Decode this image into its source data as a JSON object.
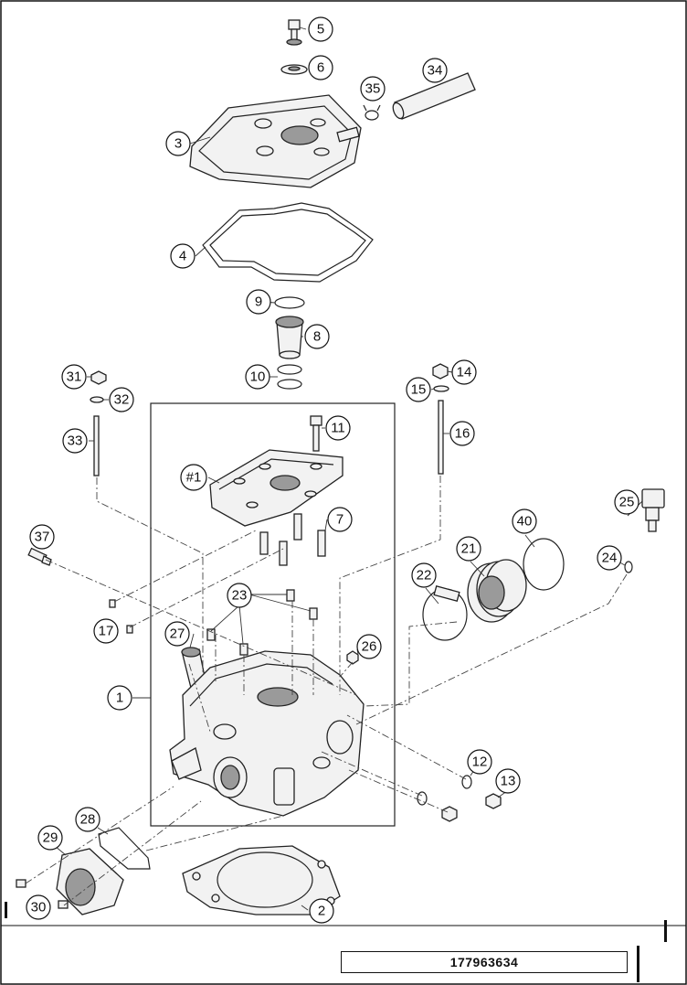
{
  "diagram": {
    "document_number": "177963634",
    "callouts": [
      {
        "id": "c1",
        "label": "1"
      },
      {
        "id": "c2",
        "label": "2"
      },
      {
        "id": "c3",
        "label": "3"
      },
      {
        "id": "c4",
        "label": "4"
      },
      {
        "id": "c5",
        "label": "5"
      },
      {
        "id": "c6",
        "label": "6"
      },
      {
        "id": "c7",
        "label": "7"
      },
      {
        "id": "c8",
        "label": "8"
      },
      {
        "id": "c9",
        "label": "9"
      },
      {
        "id": "c10",
        "label": "10"
      },
      {
        "id": "c11",
        "label": "11"
      },
      {
        "id": "c12",
        "label": "12"
      },
      {
        "id": "c13",
        "label": "13"
      },
      {
        "id": "c14",
        "label": "14"
      },
      {
        "id": "c15",
        "label": "15"
      },
      {
        "id": "c16",
        "label": "16"
      },
      {
        "id": "c17",
        "label": "17"
      },
      {
        "id": "c21",
        "label": "21"
      },
      {
        "id": "c22",
        "label": "22"
      },
      {
        "id": "c23",
        "label": "23"
      },
      {
        "id": "c24",
        "label": "24"
      },
      {
        "id": "c25",
        "label": "25"
      },
      {
        "id": "c26",
        "label": "26"
      },
      {
        "id": "c27",
        "label": "27"
      },
      {
        "id": "c28",
        "label": "28"
      },
      {
        "id": "c29",
        "label": "29"
      },
      {
        "id": "c30",
        "label": "30"
      },
      {
        "id": "c31",
        "label": "31"
      },
      {
        "id": "c32",
        "label": "32"
      },
      {
        "id": "c33",
        "label": "33"
      },
      {
        "id": "c34",
        "label": "34"
      },
      {
        "id": "c35",
        "label": "35"
      },
      {
        "id": "c37",
        "label": "37"
      },
      {
        "id": "c40",
        "label": "40"
      },
      {
        "id": "c-h1",
        "label": "#1"
      }
    ]
  }
}
